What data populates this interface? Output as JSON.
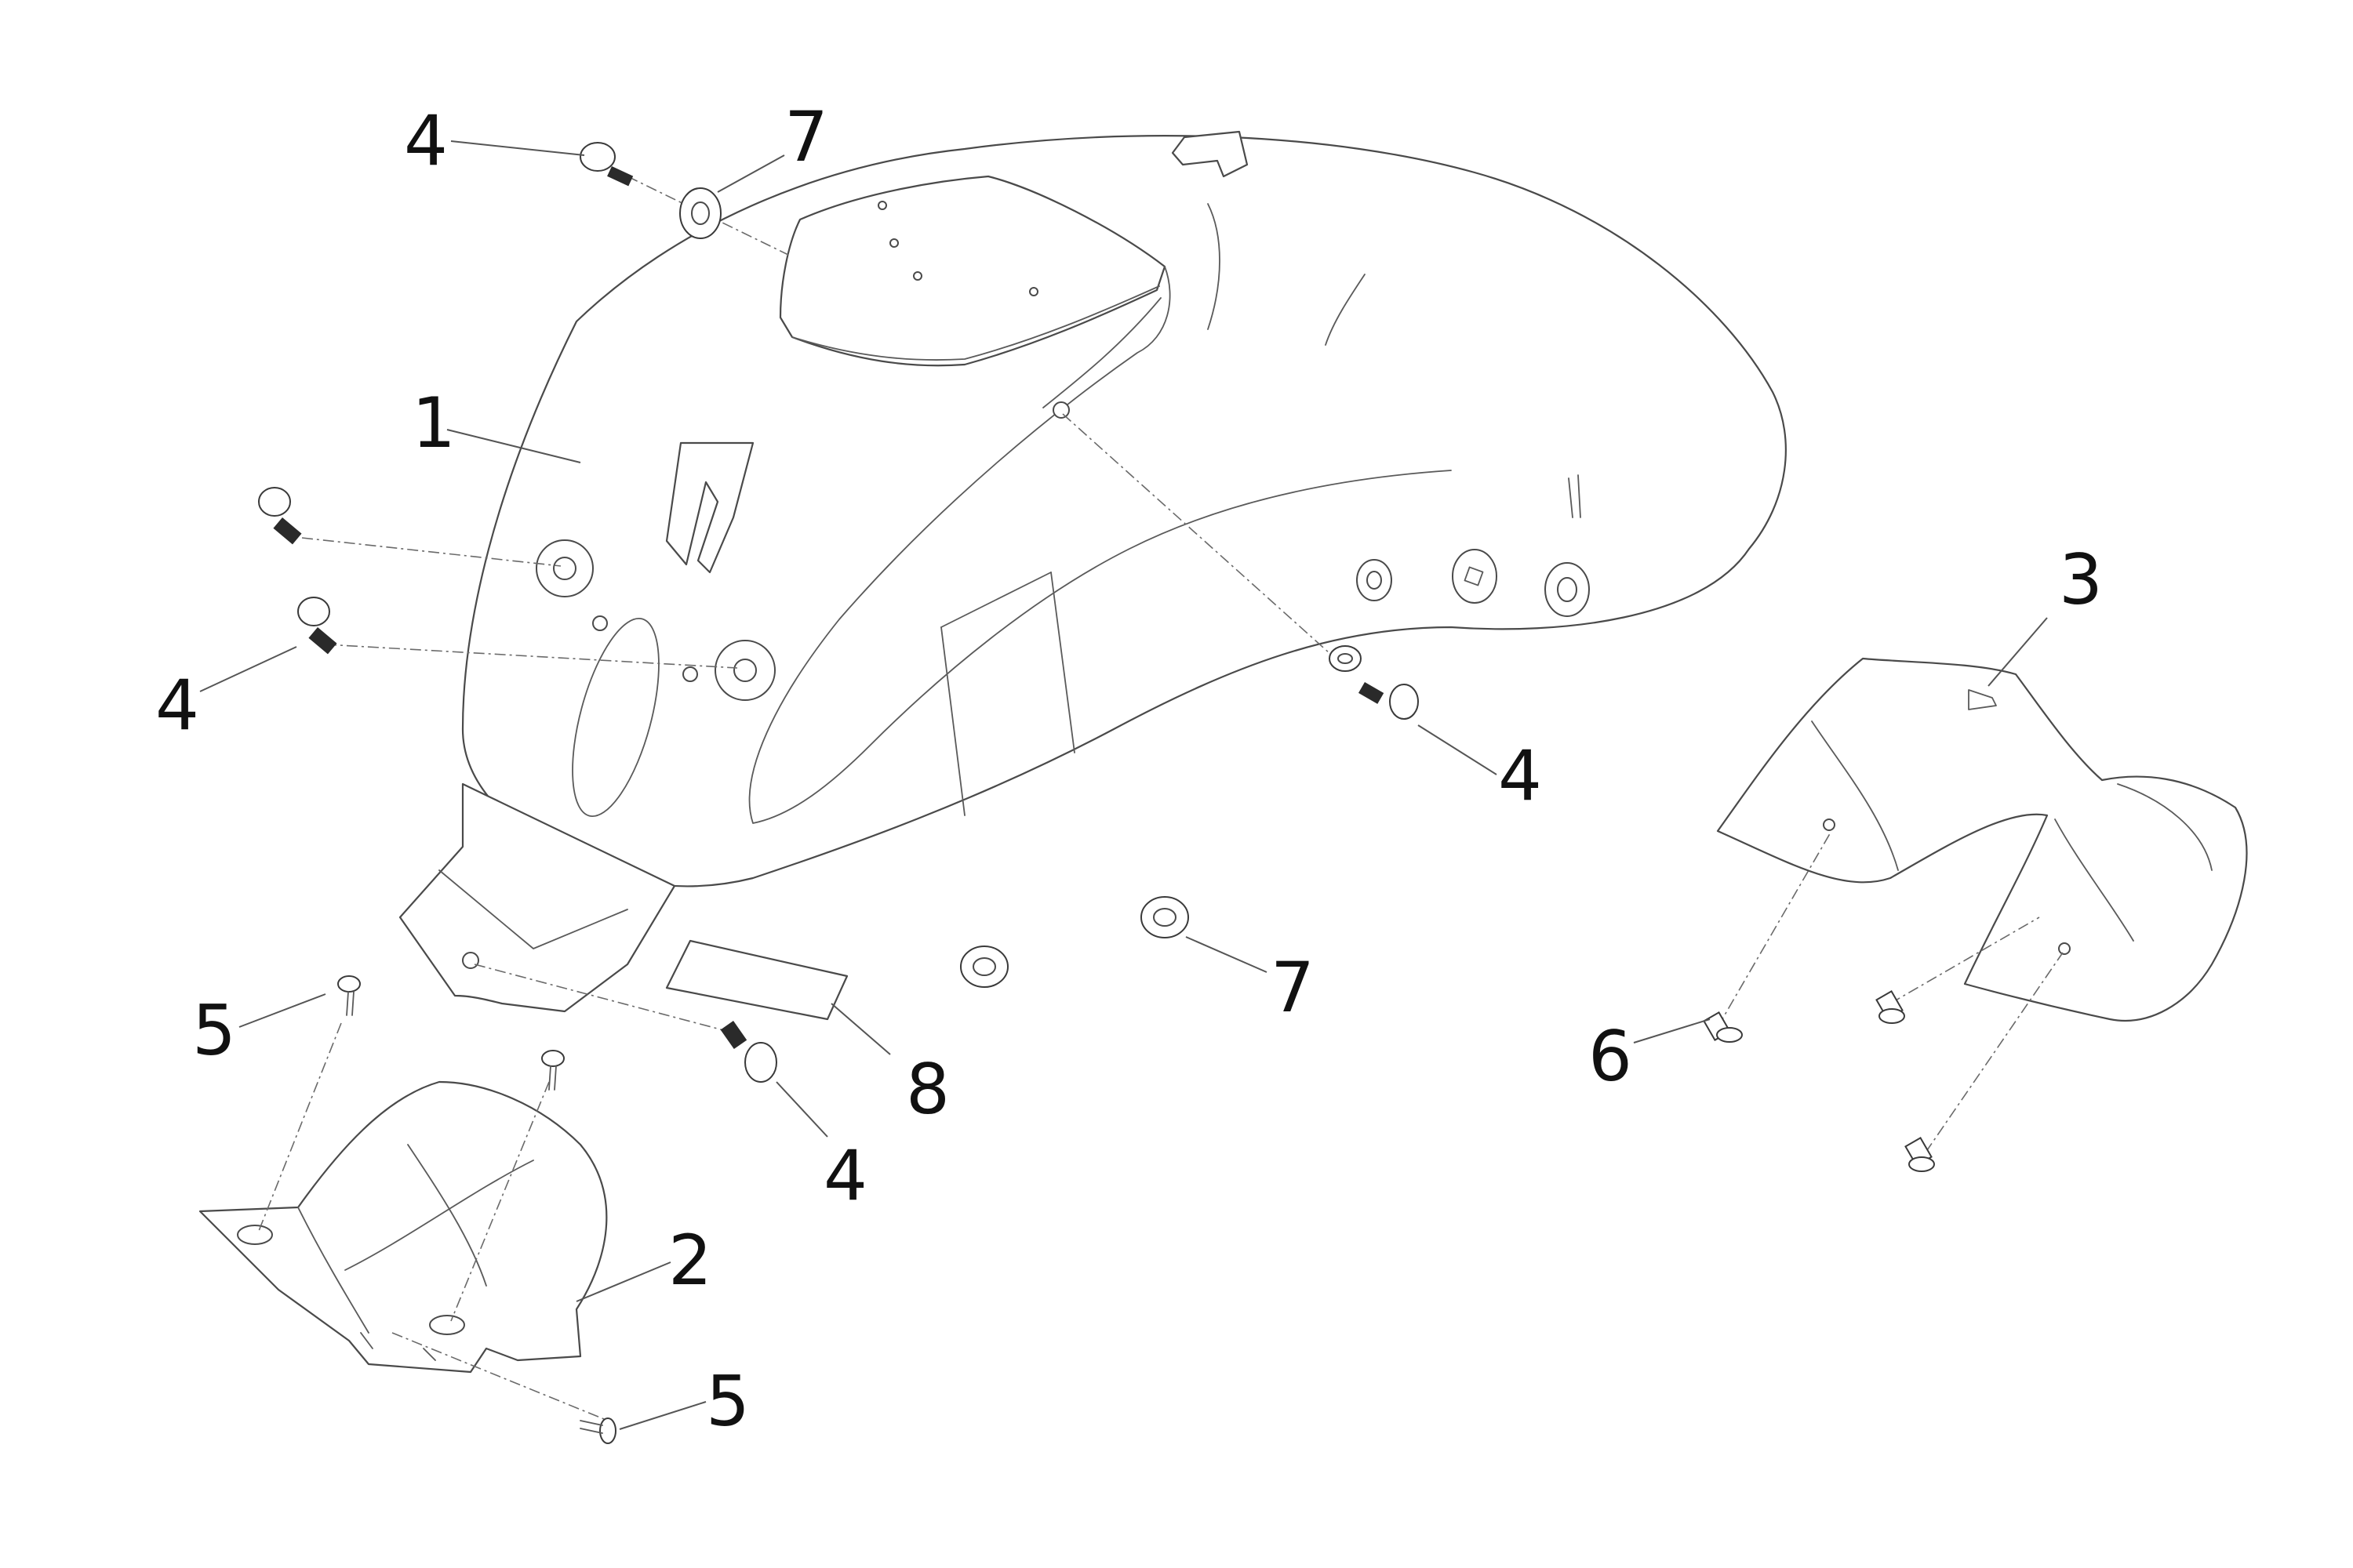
{
  "diagram": {
    "callouts": {
      "c1": "1",
      "c2": "2",
      "c3": "3",
      "c4_top": "4",
      "c4_left": "4",
      "c4_right": "4",
      "c4_bottom": "4",
      "c5_top": "5",
      "c5_bottom": "5",
      "c6": "6",
      "c7_top": "7",
      "c7_bottom": "7",
      "c8": "8"
    },
    "colors": {
      "line": "#4a4a4a",
      "text": "#111111",
      "background": "#ffffff"
    }
  }
}
